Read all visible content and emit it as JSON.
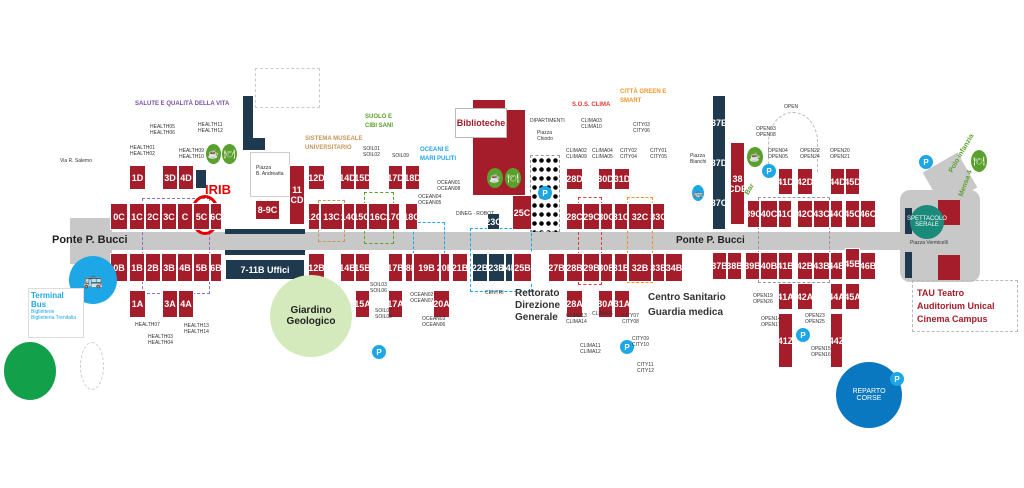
{
  "title": "Mappa Campus Unical",
  "colors": {
    "block_red": "#a51d2a",
    "block_dark": "#1f3a4f",
    "road": "#c8c8c8",
    "parking": "#1ea7e6",
    "highlight": "#e60000"
  },
  "road_labels": [
    "Ponte P. Bucci",
    "Ponte P. Bucci"
  ],
  "blocks": [
    {
      "label": "1D",
      "kind": "red"
    },
    {
      "label": "3D",
      "kind": "red"
    },
    {
      "label": "4D",
      "kind": "red"
    },
    {
      "label": "0C",
      "kind": "red"
    },
    {
      "label": "1C",
      "kind": "red"
    },
    {
      "label": "2C",
      "kind": "red"
    },
    {
      "label": "3C",
      "kind": "red"
    },
    {
      "label": "C",
      "kind": "red"
    },
    {
      "label": "5C",
      "kind": "red"
    },
    {
      "label": "6C",
      "kind": "red"
    },
    {
      "label": "0B",
      "kind": "red"
    },
    {
      "label": "1B",
      "kind": "red"
    },
    {
      "label": "2B",
      "kind": "red"
    },
    {
      "label": "3B",
      "kind": "red"
    },
    {
      "label": "4B",
      "kind": "red"
    },
    {
      "label": "5B",
      "kind": "red"
    },
    {
      "label": "6B",
      "kind": "red"
    },
    {
      "label": "1A",
      "kind": "red"
    },
    {
      "label": "3A",
      "kind": "red"
    },
    {
      "label": "4A",
      "kind": "red"
    },
    {
      "label": "8-9C",
      "kind": "red"
    },
    {
      "label": "11 CD",
      "kind": "red"
    },
    {
      "label": "7-11B Uffici",
      "kind": "dark"
    },
    {
      "label": "12D",
      "kind": "red"
    },
    {
      "label": "12C",
      "kind": "red"
    },
    {
      "label": "13C",
      "kind": "red"
    },
    {
      "label": "12B",
      "kind": "red"
    },
    {
      "label": "14D",
      "kind": "red"
    },
    {
      "label": "15D",
      "kind": "red"
    },
    {
      "label": "17D",
      "kind": "red"
    },
    {
      "label": "18D",
      "kind": "red"
    },
    {
      "label": "14C",
      "kind": "red"
    },
    {
      "label": "15C",
      "kind": "red"
    },
    {
      "label": "16C",
      "kind": "red"
    },
    {
      "label": "17C",
      "kind": "red"
    },
    {
      "label": "18C",
      "kind": "red"
    },
    {
      "label": "14B",
      "kind": "red"
    },
    {
      "label": "15B",
      "kind": "red"
    },
    {
      "label": "17B",
      "kind": "red"
    },
    {
      "label": "18B",
      "kind": "red"
    },
    {
      "label": "19B",
      "kind": "red"
    },
    {
      "label": "20B",
      "kind": "red"
    },
    {
      "label": "21B",
      "kind": "red"
    },
    {
      "label": "22B",
      "kind": "dark"
    },
    {
      "label": "23B",
      "kind": "dark"
    },
    {
      "label": "24B",
      "kind": "dark"
    },
    {
      "label": "25B",
      "kind": "red"
    },
    {
      "label": "15A",
      "kind": "red"
    },
    {
      "label": "17A",
      "kind": "red"
    },
    {
      "label": "20A",
      "kind": "red"
    },
    {
      "label": "23C",
      "kind": "dark"
    },
    {
      "label": "25C",
      "kind": "red"
    },
    {
      "label": "28D",
      "kind": "red"
    },
    {
      "label": "30D",
      "kind": "red"
    },
    {
      "label": "31D",
      "kind": "red"
    },
    {
      "label": "28C",
      "kind": "red"
    },
    {
      "label": "29C",
      "kind": "red"
    },
    {
      "label": "30C",
      "kind": "red"
    },
    {
      "label": "31C",
      "kind": "red"
    },
    {
      "label": "32C",
      "kind": "red"
    },
    {
      "label": "33C",
      "kind": "red"
    },
    {
      "label": "27B",
      "kind": "red"
    },
    {
      "label": "28B",
      "kind": "red"
    },
    {
      "label": "29B",
      "kind": "red"
    },
    {
      "label": "30B",
      "kind": "red"
    },
    {
      "label": "31B",
      "kind": "red"
    },
    {
      "label": "32B",
      "kind": "red"
    },
    {
      "label": "33B",
      "kind": "red"
    },
    {
      "label": "34B",
      "kind": "red"
    },
    {
      "label": "28A",
      "kind": "red"
    },
    {
      "label": "30A",
      "kind": "red"
    },
    {
      "label": "31A",
      "kind": "red"
    },
    {
      "label": "37E 37D 37C",
      "kind": "dark"
    },
    {
      "label": "38 CDE",
      "kind": "red"
    },
    {
      "label": "39C",
      "kind": "red"
    },
    {
      "label": "40C",
      "kind": "red"
    },
    {
      "label": "41C",
      "kind": "red"
    },
    {
      "label": "42C",
      "kind": "red"
    },
    {
      "label": "43C",
      "kind": "red"
    },
    {
      "label": "44C",
      "kind": "red"
    },
    {
      "label": "45C",
      "kind": "red"
    },
    {
      "label": "46C",
      "kind": "red"
    },
    {
      "label": "41D",
      "kind": "red"
    },
    {
      "label": "42D",
      "kind": "red"
    },
    {
      "label": "44D",
      "kind": "red"
    },
    {
      "label": "45D",
      "kind": "red"
    },
    {
      "label": "37B",
      "kind": "red"
    },
    {
      "label": "38B",
      "kind": "red"
    },
    {
      "label": "39B",
      "kind": "red"
    },
    {
      "label": "40B",
      "kind": "red"
    },
    {
      "label": "41B",
      "kind": "red"
    },
    {
      "label": "42B",
      "kind": "red"
    },
    {
      "label": "43B",
      "kind": "red"
    },
    {
      "label": "44B",
      "kind": "red"
    },
    {
      "label": "45B",
      "kind": "red"
    },
    {
      "label": "46B",
      "kind": "red"
    },
    {
      "label": "41A",
      "kind": "red"
    },
    {
      "label": "42A",
      "kind": "red"
    },
    {
      "label": "44A",
      "kind": "red"
    },
    {
      "label": "45A",
      "kind": "red"
    },
    {
      "label": "41Z",
      "kind": "red"
    },
    {
      "label": "44Z",
      "kind": "red"
    }
  ],
  "labels": [
    {
      "text": "SALUTE E QUALITÀ DELLA VITA",
      "color": "#7b4fa8"
    },
    {
      "text": "HEALTH05\nHEALTH06"
    },
    {
      "text": "HEALTH11\nHEALTH12"
    },
    {
      "text": "HEALTH01\nHEALTH02"
    },
    {
      "text": "HEALTH09\nHEALTH10"
    },
    {
      "text": "HEALTH07"
    },
    {
      "text": "HEALTH03\nHEALTH04"
    },
    {
      "text": "HEALTH13\nHEALTH14"
    },
    {
      "text": "Via R. Salemo"
    },
    {
      "text": "Piazza\nB. Andreatta"
    },
    {
      "text": "SISTEMA MUSEALE\nUNIVERSITARIO",
      "color": "#c8965a"
    },
    {
      "text": "SUOLO E\nCIBI SANI",
      "color": "#5aa02c"
    },
    {
      "text": "SOIL01\nSOIL02"
    },
    {
      "text": "SOIL09"
    },
    {
      "text": "SOIL03\nSOIL06"
    },
    {
      "text": "SOIL07\nSOIL08"
    },
    {
      "text": "OCEANI E\nMARI PULITI",
      "color": "#1ea7e6"
    },
    {
      "text": "OCEAN01\nOCEAN08"
    },
    {
      "text": "OCEAN04\nOCEAN05"
    },
    {
      "text": "OCEAN02\nOCEAN07"
    },
    {
      "text": "OCEAN03\nOCEAN06"
    },
    {
      "text": "DINEG - ROBOT"
    },
    {
      "text": "CENTRI"
    },
    {
      "text": "DIPARTIMENTI"
    },
    {
      "text": "Piazza\nChiodo"
    },
    {
      "text": "S.O.S. CLIMA",
      "color": "#e0403a"
    },
    {
      "text": "CLIMA03\nCLIMA10"
    },
    {
      "text": "CLIMA02\nCLIMA09"
    },
    {
      "text": "CLIMA04\nCLIMA05"
    },
    {
      "text": "CLIMA13\nCLIMA14"
    },
    {
      "text": "CLIMA06"
    },
    {
      "text": "CLIMA11\nCLIMA12"
    },
    {
      "text": "CITTÀ GREEN E\nSMART",
      "color": "#f0962a"
    },
    {
      "text": "CITY03\nCITY06"
    },
    {
      "text": "CITY02\nCITY04"
    },
    {
      "text": "CITY01\nCITY05"
    },
    {
      "text": "CITY07\nCITY08"
    },
    {
      "text": "CITY09\nCITY10"
    },
    {
      "text": "CITY11\nCITY12"
    },
    {
      "text": "Piazza\nBianchi"
    },
    {
      "text": "OPEN"
    },
    {
      "text": "OPEN03\nOPEN08"
    },
    {
      "text": "OPEN04\nOPEN05"
    },
    {
      "text": "OPEN22\nOPEN24"
    },
    {
      "text": "OPEN20\nOPEN21"
    },
    {
      "text": "OPEN19\nOPEN26"
    },
    {
      "text": "OPEN14\nOPEN17"
    },
    {
      "text": "OPEN23\nOPEN25"
    },
    {
      "text": "OPEN15\nOPEN16"
    },
    {
      "text": "Piazza Vermicelli"
    }
  ],
  "places": {
    "irib": "IRIB",
    "biblioteche": "Biblioteche",
    "rettorato": "Rettorato\nDirezione\nGenerale",
    "centro_sanitario": "Centro Sanitario\nGuardia medica",
    "giardino": "Giardino\nGeologico",
    "reparto_corse": "REPARTO\nCORSE",
    "spettacolo": "SPETTACOLO\nSERALE",
    "tau_title": "TAU",
    "tau_rest": " Teatro Auditorium Unical",
    "cinema": "Cinema Campus",
    "terminal_bus": "Terminal Bus",
    "biglietterie": "Biglietterie",
    "trenitalia": "Biglietteria Trenitalia",
    "polo_infanzia": "Polo infanzia",
    "mensa": "Mensa 4",
    "bar": "Bar",
    "parking": "P"
  }
}
